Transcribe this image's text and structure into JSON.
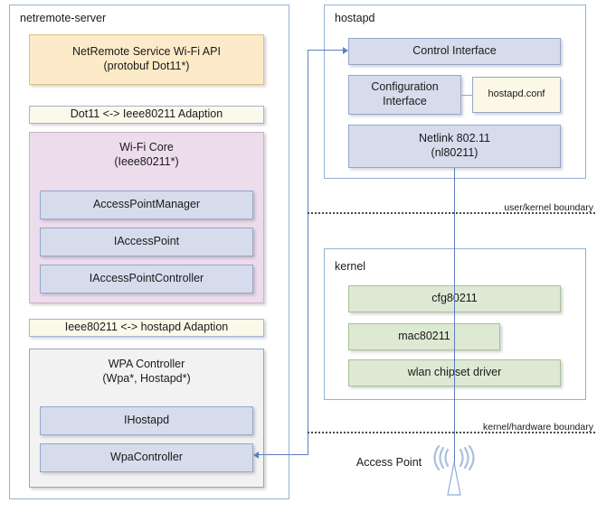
{
  "diagram": {
    "panels": {
      "netremote": {
        "title": "netremote-server"
      },
      "hostapd": {
        "title": "hostapd"
      },
      "kernel": {
        "title": "kernel"
      }
    },
    "netremote_blocks": {
      "api_line1": "NetRemote Service Wi-Fi API",
      "api_line2": "(protobuf Dot11*)",
      "adaption_dot11": "Dot11 <-> Ieee80211 Adaption",
      "wifi_core_line1": "Wi-Fi Core",
      "wifi_core_line2": "(Ieee80211*)",
      "access_point_manager": "AccessPointManager",
      "iaccess_point": "IAccessPoint",
      "iaccess_point_controller": "IAccessPointController",
      "adaption_hostapd": "Ieee80211 <-> hostapd Adaption",
      "wpa_controller_line1": "WPA Controller",
      "wpa_controller_line2": "(Wpa*, Hostapd*)",
      "ihostapd": "IHostapd",
      "wpacontroller": "WpaController"
    },
    "hostapd_blocks": {
      "control_interface": "Control Interface",
      "configuration_interface_line1": "Configuration",
      "configuration_interface_line2": "Interface",
      "hostapd_conf": "hostapd.conf",
      "netlink_line1": "Netlink 802.11",
      "netlink_line2": "(nl80211)"
    },
    "kernel_blocks": {
      "cfg80211": "cfg80211",
      "mac80211": "mac80211",
      "wlan_driver": "wlan chipset driver"
    },
    "boundaries": {
      "user_kernel_line1": "user/kernel",
      "user_kernel_line2": "boundary",
      "kernel_hardware_line1": "kernel/hardware",
      "kernel_hardware_line2": "boundary"
    },
    "access_point": {
      "label_line1": "Access",
      "label_line2": "Point"
    },
    "colors": {
      "api_fill": "#fdeac8",
      "adaption_fill": "#fbf9ea",
      "wifi_core_fill": "#ecdcec",
      "component_fill": "#d6dcec",
      "wpa_fill": "#f2f2f2",
      "kernel_fill": "#dde9d3",
      "panel_border": "#93b0d6",
      "connector": "#5b7fbd"
    }
  }
}
